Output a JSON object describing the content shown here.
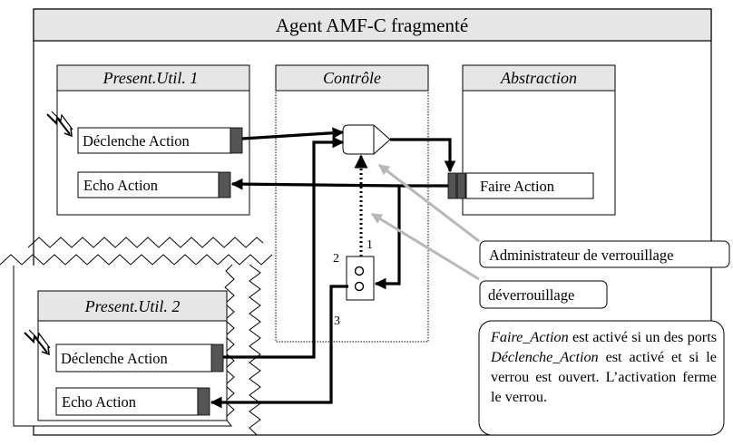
{
  "agent": {
    "title": "Agent AMF-C fragmenté"
  },
  "present1": {
    "title": "Present.Util. 1",
    "declenche_label": "Déclenche Action",
    "echo_label": "Echo Action"
  },
  "controle": {
    "title": "Contrôle"
  },
  "abstraction": {
    "title": "Abstraction",
    "faire_label": "Faire Action"
  },
  "present2": {
    "title": "Present.Util. 2",
    "declenche_label": "Déclenche Action",
    "echo_label": "Echo Action"
  },
  "arrow_labels": {
    "one": "1",
    "two": "2",
    "three": "3"
  },
  "callouts": {
    "administrateur": "Administrateur de verrouillage",
    "deverrouillage": "déverrouillage"
  },
  "note": {
    "part1": "Faire_Action",
    "part2": " est activé si un des ports ",
    "part3": "Déclenche_Action",
    "part4": " est activé et si le verrou est ouvert. L’activation ferme le verrou."
  },
  "colors": {
    "header_fill": "#e6e6e6",
    "port_fill": "#555555",
    "callout_arrow": "#b8b8b8",
    "line": "#000000"
  }
}
